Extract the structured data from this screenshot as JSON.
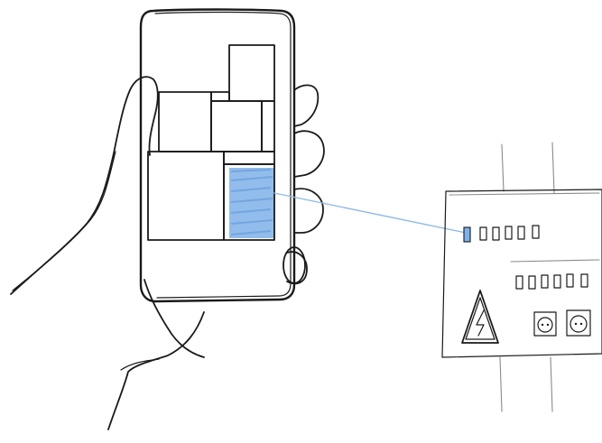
{
  "scene": {
    "style": "pencil sketch",
    "colors": {
      "ink": "#1a1a1a",
      "pencil_grey": "#8a8a8a",
      "highlight_blue": "#7fb0e8",
      "connector_blue": "#8fbbe8",
      "background": "#ffffff"
    }
  },
  "phone": {
    "screen": {
      "treemap": {
        "tile_count": 8,
        "selected_tile": "lower-right"
      }
    }
  },
  "control_panel": {
    "top_switch_row_count": 6,
    "lower_switch_row_count": 6,
    "highlighted_switch": 1,
    "socket_count": 2,
    "warning_sign": "high-voltage-icon"
  }
}
